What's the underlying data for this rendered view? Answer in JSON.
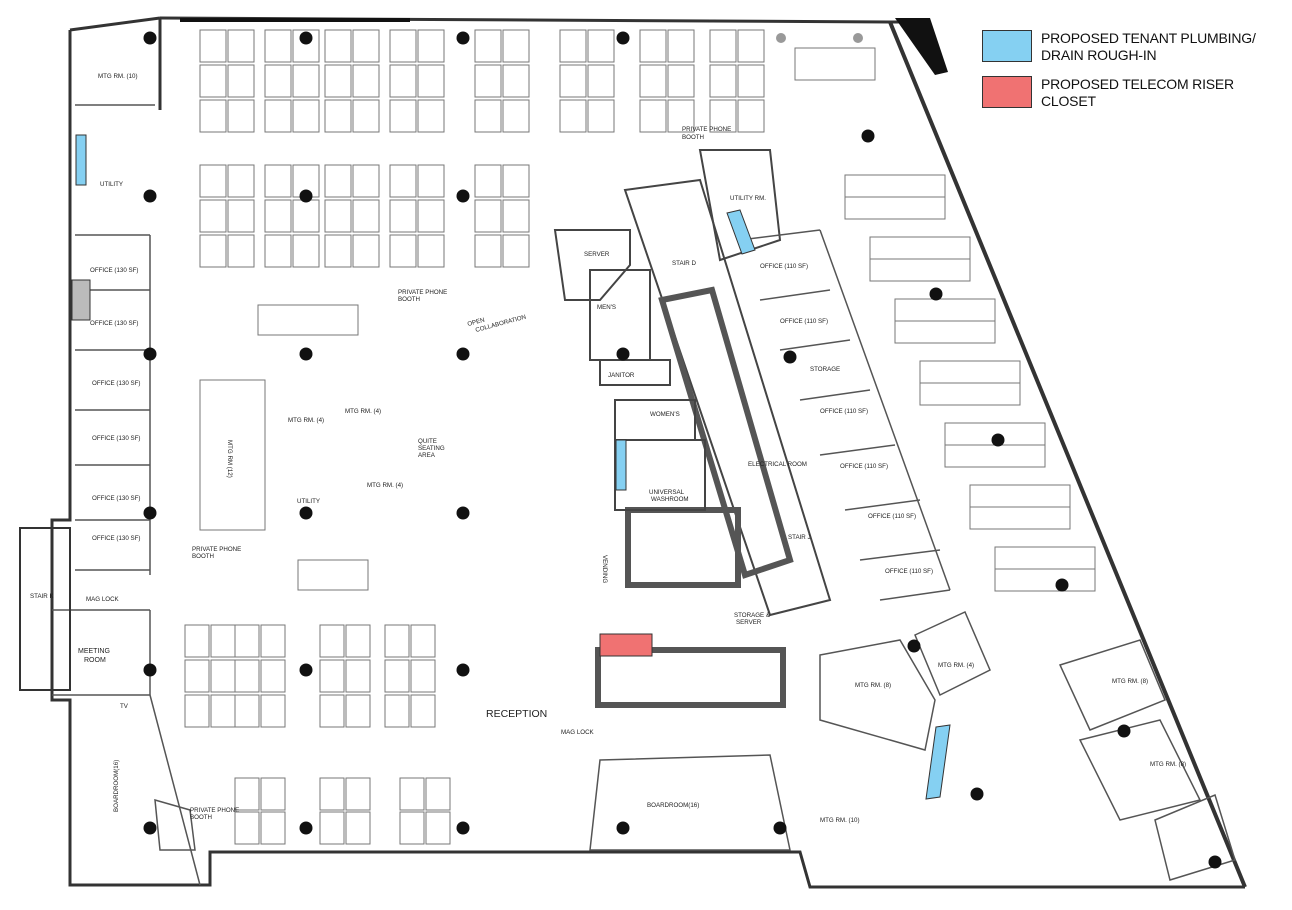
{
  "legend": {
    "items": [
      {
        "line1": "PROPOSED TENANT PLUMBING/",
        "line2": "DRAIN ROUGH-IN",
        "color": "#85d0f2"
      },
      {
        "line1": "PROPOSED TELECOM RISER CLOSET",
        "line2": "",
        "color": "#f07272"
      }
    ]
  },
  "colors": {
    "plumbing": "#85d0f2",
    "telecom": "#f07272",
    "wall": "#333333",
    "line": "#555555"
  },
  "rooms": {
    "mtg_top_left": "MTG RM. (10)",
    "utility_left": "UTILITY",
    "office_l1": "OFFICE (130 SF)",
    "office_l2": "OFFICE (130 SF)",
    "office_l3": "OFFICE (130 SF)",
    "office_l4": "OFFICE (130 SF)",
    "office_l5": "OFFICE (130 SF)",
    "office_l6": "OFFICE (130 SF)",
    "stair_k": "STAIR K",
    "mag_lock_left": "MAG LOCK",
    "meeting_room_1": "MEETING",
    "meeting_room_2": "ROOM",
    "boardroom_left": "BOARDROOM(16)",
    "tv": "TV",
    "phone_booth_top_1": "PRIVATE PHONE",
    "phone_booth_top_2": "BOOTH",
    "phone_booth_mid_1": "PRIVATE PHONE",
    "phone_booth_mid_2": "BOOTH",
    "phone_booth_left_1": "PRIVATE PHONE",
    "phone_booth_left_2": "BOOTH",
    "phone_booth_bottom_1": "PRIVATE PHONE",
    "phone_booth_bottom_2": "BOOTH",
    "mtg_rm_12": "MTG RM (12)",
    "mtg_rm_4a": "MTG RM. (4)",
    "mtg_rm_4b": "MTG RM. (4)",
    "mtg_rm_4c": "MTG RM. (4)",
    "utility_mid": "UTILITY",
    "quiet_1": "QUITE",
    "quiet_2": "SEATING",
    "quiet_3": "AREA",
    "open_collab_1": "OPEN",
    "open_collab_2": "COLLABORATION",
    "server": "SERVER",
    "mens": "MEN'S",
    "janitor": "JANITOR",
    "womens": "WOMEN'S",
    "universal_1": "UNIVERSAL",
    "universal_2": "WASHROOM",
    "vending": "VENDING",
    "utility_rm": "UTILITY RM.",
    "stair_d": "STAIR D",
    "electrical": "ELECTRICAL ROOM",
    "stair_j": "STAIR J",
    "storage": "STORAGE",
    "storage_server_1": "STORAGE &",
    "storage_server_2": "SERVER",
    "office_r1": "OFFICE (110 SF)",
    "office_r2": "OFFICE (110 SF)",
    "office_r3": "OFFICE (110 SF)",
    "office_r4": "OFFICE (110 SF)",
    "office_r5": "OFFICE (110 SF)",
    "office_r6": "OFFICE (110 SF)",
    "reception": "RECEPTION",
    "mag_lock_mid": "MAG LOCK",
    "boardroom_mid": "BOARDROOM(16)",
    "mtg_rm_10b": "MTG RM. (10)",
    "mtg_rm_8a": "MTG RM. (8)",
    "mtg_rm_4d": "MTG RM. (4)",
    "mtg_rm_8b": "MTG RM. (8)",
    "mtg_rm_8c": "MTG RM. (8)"
  }
}
